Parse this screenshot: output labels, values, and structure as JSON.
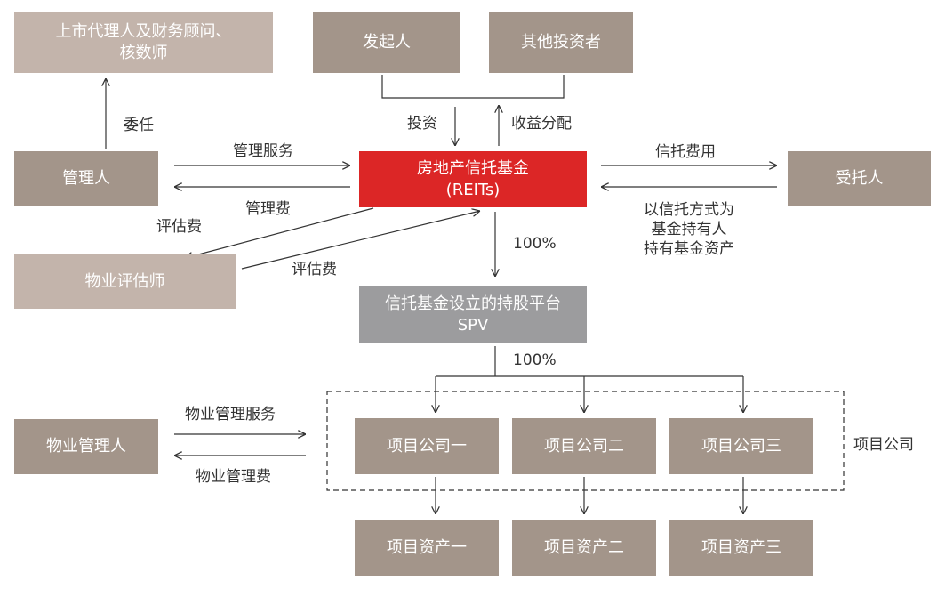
{
  "nodes": {
    "listing_agent": [
      "上市代理人及财务顾问、",
      "核数师"
    ],
    "sponsor": [
      "发起人"
    ],
    "other_investors": [
      "其他投资者"
    ],
    "manager": [
      "管理人"
    ],
    "reits": [
      "房地产信托基金",
      "(REITs)"
    ],
    "trustee": [
      "受托人"
    ],
    "property_valuer": [
      "物业评估师"
    ],
    "spv": [
      "信托基金设立的持股平台",
      "SPV"
    ],
    "property_manager": [
      "物业管理人"
    ],
    "company_1": [
      "项目公司一"
    ],
    "company_2": [
      "项目公司二"
    ],
    "company_3": [
      "项目公司三"
    ],
    "asset_1": [
      "项目资产一"
    ],
    "asset_2": [
      "项目资产二"
    ],
    "asset_3": [
      "项目资产三"
    ]
  },
  "labels": {
    "appoint": "委任",
    "invest": "投资",
    "income_distribution": "收益分配",
    "management_service": "管理服务",
    "management_fee": "管理费",
    "trust_fee": "信托费用",
    "trustee_role": [
      "以信托方式为",
      "基金持有人",
      "持有基金资产"
    ],
    "valuation_fee_left": "评估费",
    "valuation_fee_bottom": "评估费",
    "pct_reits_spv": "100%",
    "pct_spv_companies": "100%",
    "property_mgmt_service": "物业管理服务",
    "property_mgmt_fee": "物业管理费",
    "project_companies": "项目公司"
  },
  "colors": {
    "dark_box": "#a3958a",
    "light_box": "#c3b4ab",
    "reits_box": "#dc2626",
    "spv_box": "#9c9c9e",
    "line": "#333333"
  }
}
